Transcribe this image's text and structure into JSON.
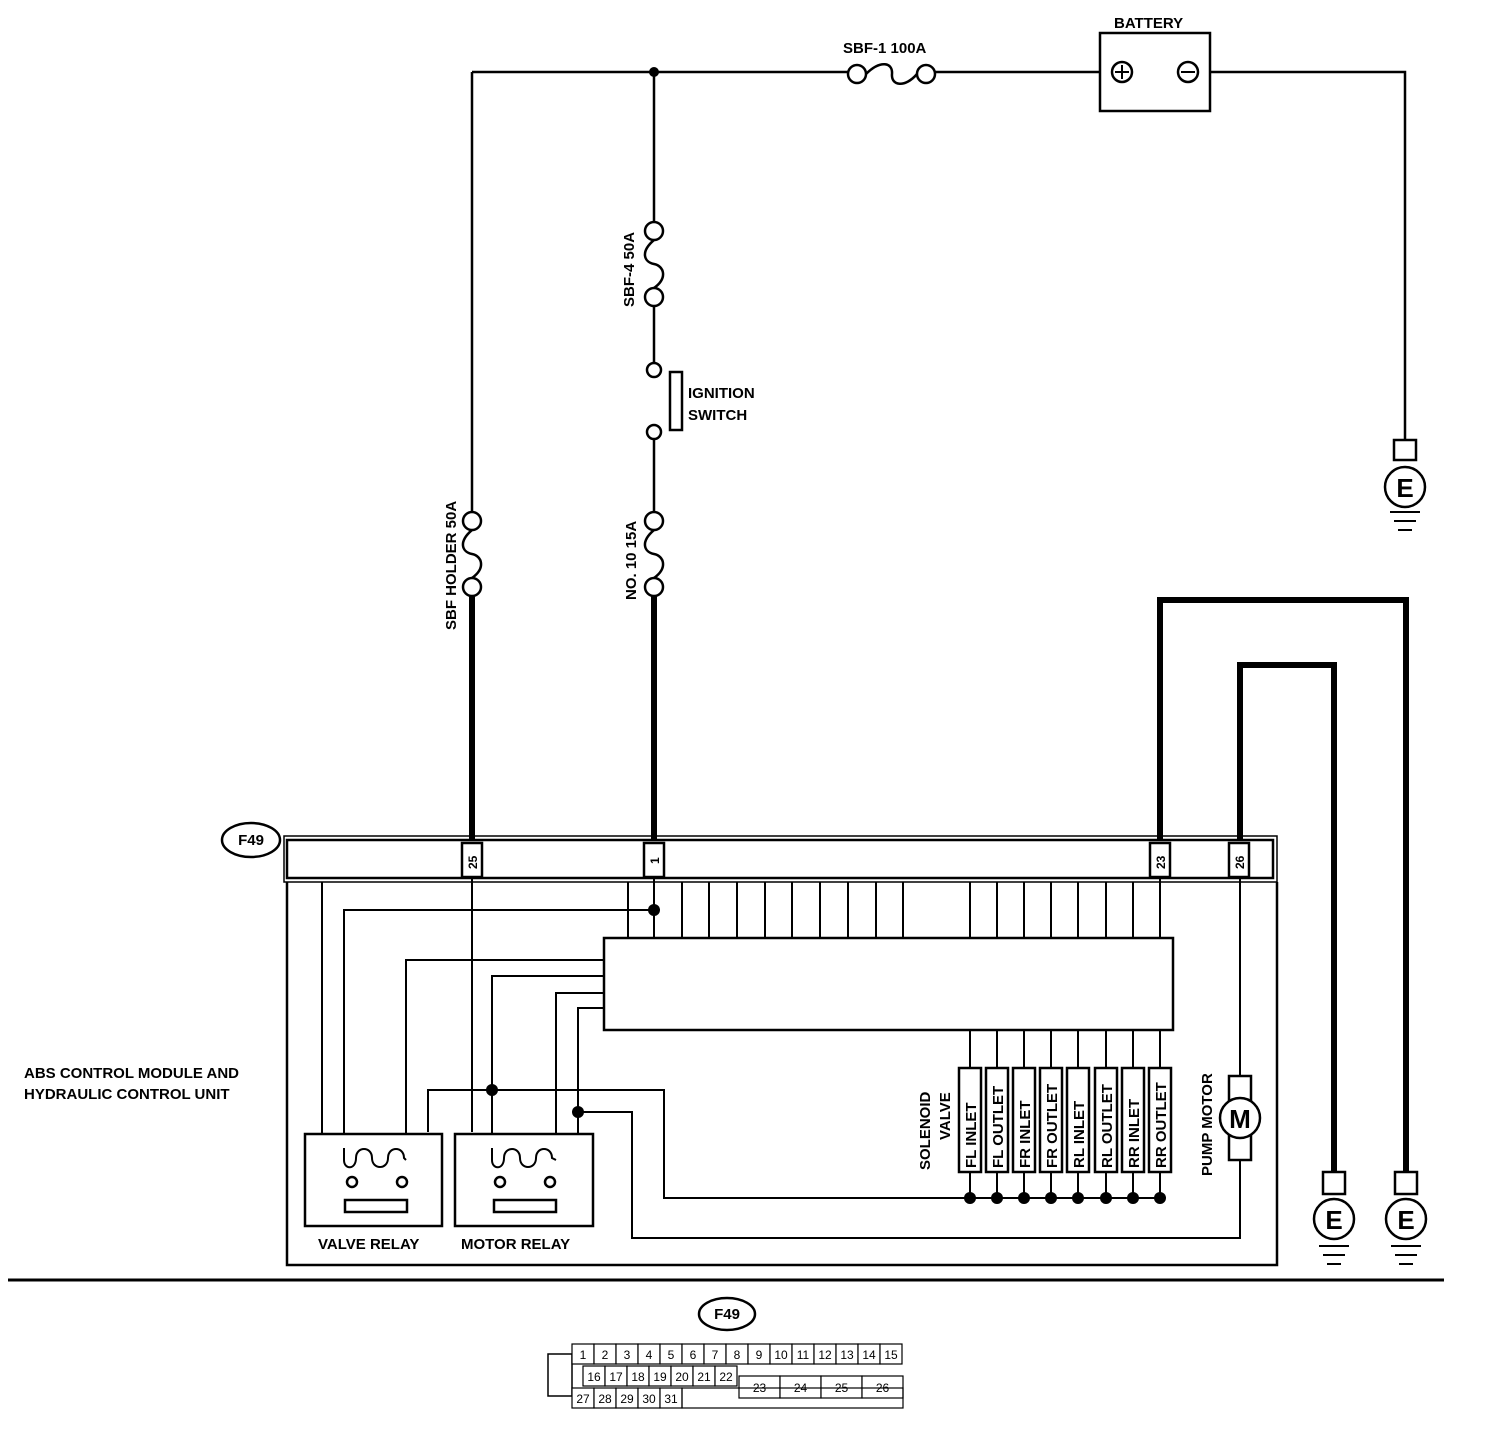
{
  "labels": {
    "battery": "BATTERY",
    "sbf1": "SBF-1 100A",
    "sbf4": "SBF-4 50A",
    "ignition_line1": "IGNITION",
    "ignition_line2": "SWITCH",
    "sbf_holder": "SBF HOLDER 50A",
    "no10": "NO. 10 15A",
    "connector_id": "F49",
    "module_line1": "ABS CONTROL MODULE AND",
    "module_line2": "HYDRAULIC CONTROL UNIT",
    "solenoid_line1": "SOLENOID",
    "solenoid_line2": "VALVE",
    "pump_motor": "PUMP MOTOR",
    "motor_symbol": "M",
    "valve_relay": "VALVE RELAY",
    "motor_relay": "MOTOR RELAY",
    "ground": "E",
    "battery_plus": "⊕",
    "battery_minus": "⊖"
  },
  "connector_pins": [
    "25",
    "1",
    "23",
    "26"
  ],
  "solenoid_valves": [
    "FL INLET",
    "FL OUTLET",
    "FR INLET",
    "FR OUTLET",
    "RL INLET",
    "RL OUTLET",
    "RR INLET",
    "RR OUTLET"
  ],
  "connector_table": {
    "row1": [
      "1",
      "2",
      "3",
      "4",
      "5",
      "6",
      "7",
      "8",
      "9",
      "10",
      "11",
      "12",
      "13",
      "14",
      "15"
    ],
    "row2": [
      "16",
      "17",
      "18",
      "19",
      "20",
      "21",
      "22"
    ],
    "row2_large": [
      "23",
      "24",
      "25",
      "26"
    ],
    "row3": [
      "27",
      "28",
      "29",
      "30",
      "31"
    ]
  }
}
